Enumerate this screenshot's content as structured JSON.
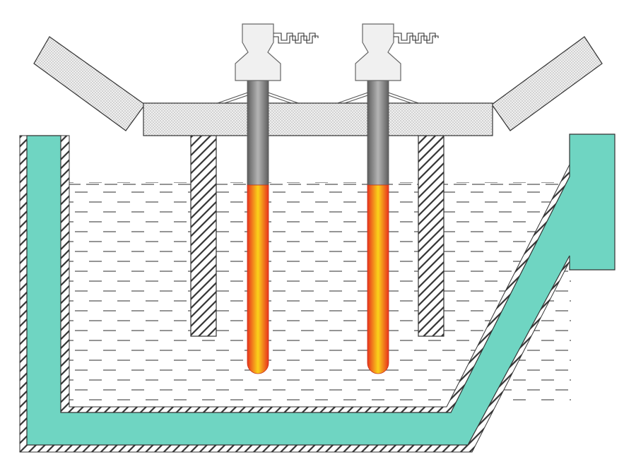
{
  "diagram": {
    "kind": "furnace-cross-section",
    "components": [
      "vessel-lining",
      "vessel-outer-wall",
      "molten-bath",
      "cover-beam",
      "left-tilted-lid",
      "right-tilted-lid",
      "left-support-post",
      "right-support-post",
      "left-electrode",
      "right-electrode",
      "left-electrode-clamp",
      "right-electrode-clamp",
      "left-cable",
      "right-cable"
    ],
    "colors": {
      "lining": "#6fd5c2",
      "hatch": "#333333",
      "outline": "#333333",
      "panel_fill": "#f0f0f0",
      "bath_dash": "#555555",
      "electrode_cold_dark": "#5e5e5e",
      "electrode_cold_light": "#b4b4b4",
      "electrode_hot_edge": "#e8331d",
      "electrode_hot_core": "#fbd21a",
      "clamp_fill": "#f0f0f0",
      "clamp_stroke": "#666666"
    },
    "icons": {
      "cable": "square-wave-cable-icon"
    }
  }
}
